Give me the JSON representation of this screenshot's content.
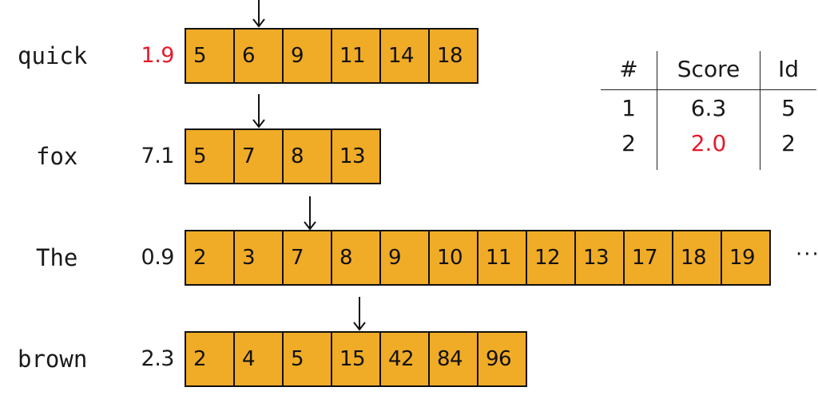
{
  "colors": {
    "cell_fill": "#f0ab27",
    "highlight": "#e8192c",
    "text": "#1a1a1a"
  },
  "postings": [
    {
      "term": "quick",
      "weight": "1.9",
      "weight_highlighted": true,
      "doc_ids": [
        "5",
        "6",
        "9",
        "11",
        "14",
        "18"
      ],
      "pointer_index": 1,
      "truncated": false
    },
    {
      "term": "fox",
      "weight": "7.1",
      "weight_highlighted": false,
      "doc_ids": [
        "5",
        "7",
        "8",
        "13"
      ],
      "pointer_index": 1,
      "truncated": false
    },
    {
      "term": "The",
      "weight": "0.9",
      "weight_highlighted": false,
      "doc_ids": [
        "2",
        "3",
        "7",
        "8",
        "9",
        "10",
        "11",
        "12",
        "13",
        "17",
        "18",
        "19"
      ],
      "pointer_index": 2,
      "truncated": true
    },
    {
      "term": "brown",
      "weight": "2.3",
      "weight_highlighted": false,
      "doc_ids": [
        "2",
        "4",
        "5",
        "15",
        "42",
        "84",
        "96"
      ],
      "pointer_index": 3,
      "truncated": false
    }
  ],
  "ellipsis": "···",
  "results_table": {
    "headers": [
      "#",
      "Score",
      "Id"
    ],
    "rows": [
      {
        "rank": "1",
        "score": "6.3",
        "id": "5",
        "score_highlighted": false
      },
      {
        "rank": "2",
        "score": "2.0",
        "id": "2",
        "score_highlighted": true
      }
    ]
  }
}
